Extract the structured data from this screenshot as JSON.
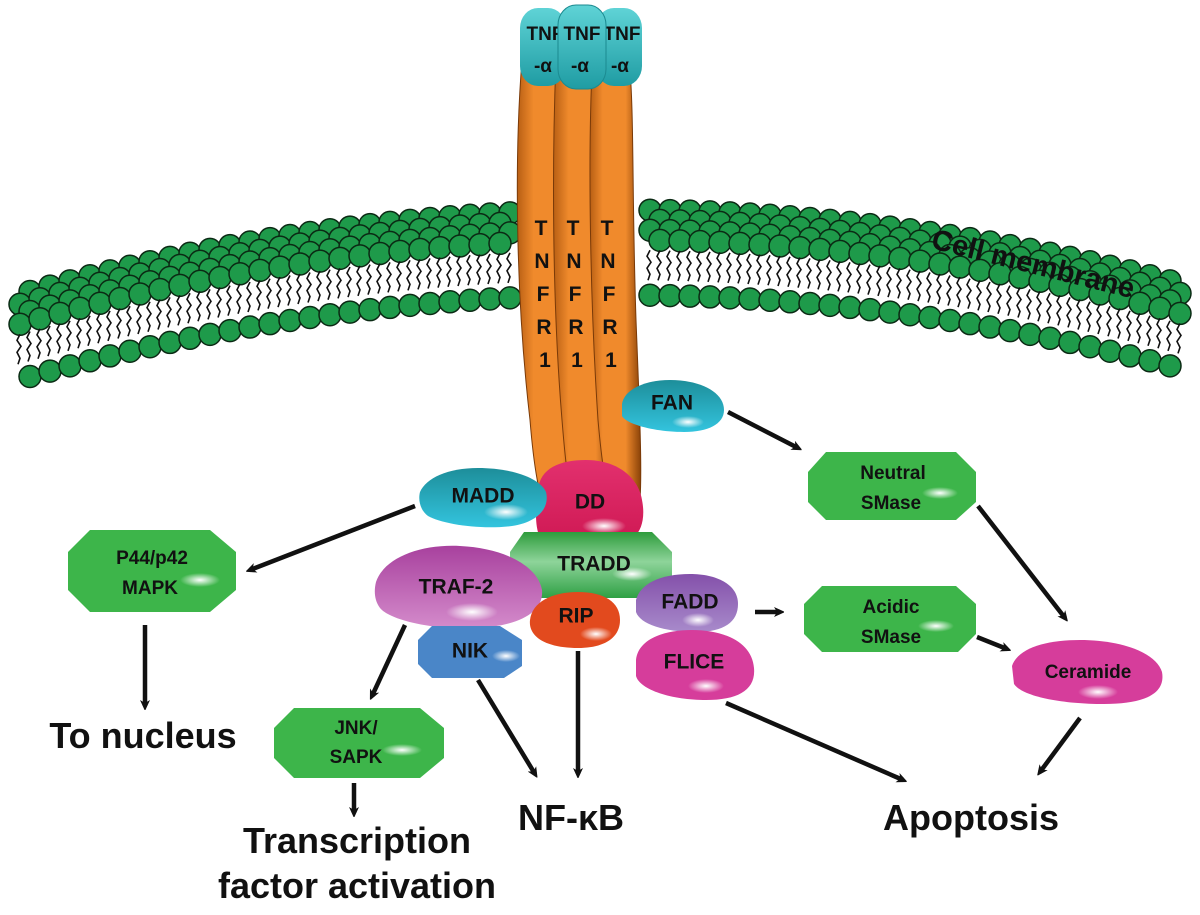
{
  "diagram": {
    "title": "TNF-α / TNFR1 signaling pathway",
    "membrane_label": "Cell membrane",
    "ligands": [
      {
        "id": "tnf-1",
        "label_line1": "TNF",
        "label_line2": "-α"
      },
      {
        "id": "tnf-2",
        "label_line1": "TNF",
        "label_line2": "-α"
      },
      {
        "id": "tnf-3",
        "label_line1": "TNF",
        "label_line2": "-α"
      }
    ],
    "receptors": [
      {
        "id": "tnfr1-1",
        "letters": [
          "T",
          "N",
          "F",
          "R",
          "1"
        ]
      },
      {
        "id": "tnfr1-2",
        "letters": [
          "T",
          "N",
          "F",
          "R",
          "1"
        ]
      },
      {
        "id": "tnfr1-3",
        "letters": [
          "T",
          "N",
          "F",
          "R",
          "1"
        ]
      }
    ],
    "nodes": {
      "fan": {
        "label": "FAN",
        "color": "#29B6CF"
      },
      "madd": {
        "label": "MADD",
        "color": "#29B6CF"
      },
      "dd": {
        "label": "DD",
        "color": "#DC1E5E"
      },
      "tradd": {
        "label": "TRADD",
        "color": "#3DAF4A"
      },
      "traf2": {
        "label": "TRAF-2",
        "color": "#B54EAE"
      },
      "rip": {
        "label": "RIP",
        "color": "#E24A1E"
      },
      "nik": {
        "label": "NIK",
        "color": "#4A86C8"
      },
      "fadd": {
        "label": "FADD",
        "color": "#8C65B5"
      },
      "flice": {
        "label": "FLICE",
        "color": "#D63D9B"
      },
      "neutral_smase": {
        "label_line1": "Neutral",
        "label_line2": "SMase",
        "color": "#3DB54A"
      },
      "acidic_smase": {
        "label_line1": "Acidic",
        "label_line2": "SMase",
        "color": "#3DB54A"
      },
      "ceramide": {
        "label": "Ceramide",
        "color": "#D63D9B"
      },
      "mapk": {
        "label_line1": "P44/p42",
        "label_line2": "MAPK",
        "color": "#3DB54A"
      },
      "jnk": {
        "label_line1": "JNK/",
        "label_line2": "SAPK",
        "color": "#3DB54A"
      }
    },
    "outcomes": {
      "to_nucleus": "To nucleus",
      "nfkb": "NF-κB",
      "apoptosis": "Apoptosis",
      "transcription_line1": "Transcription",
      "transcription_line2": "factor activation"
    },
    "edges": [
      {
        "from": "FAN",
        "to": "Neutral SMase"
      },
      {
        "from": "Neutral SMase",
        "to": "Ceramide"
      },
      {
        "from": "FADD",
        "to": "Acidic SMase"
      },
      {
        "from": "Acidic SMase",
        "to": "Ceramide"
      },
      {
        "from": "Ceramide",
        "to": "Apoptosis"
      },
      {
        "from": "FLICE",
        "to": "Apoptosis"
      },
      {
        "from": "MADD",
        "to": "P44/p42 MAPK"
      },
      {
        "from": "P44/p42 MAPK",
        "to": "To nucleus"
      },
      {
        "from": "TRAF-2",
        "to": "JNK/SAPK"
      },
      {
        "from": "JNK/SAPK",
        "to": "Transcription factor activation"
      },
      {
        "from": "NIK",
        "to": "NF-κB"
      },
      {
        "from": "RIP",
        "to": "NF-κB"
      }
    ],
    "colors": {
      "membrane_head": "#1E9A4A",
      "receptor": "#F0882A",
      "ligand": "#3EC3C8"
    }
  }
}
